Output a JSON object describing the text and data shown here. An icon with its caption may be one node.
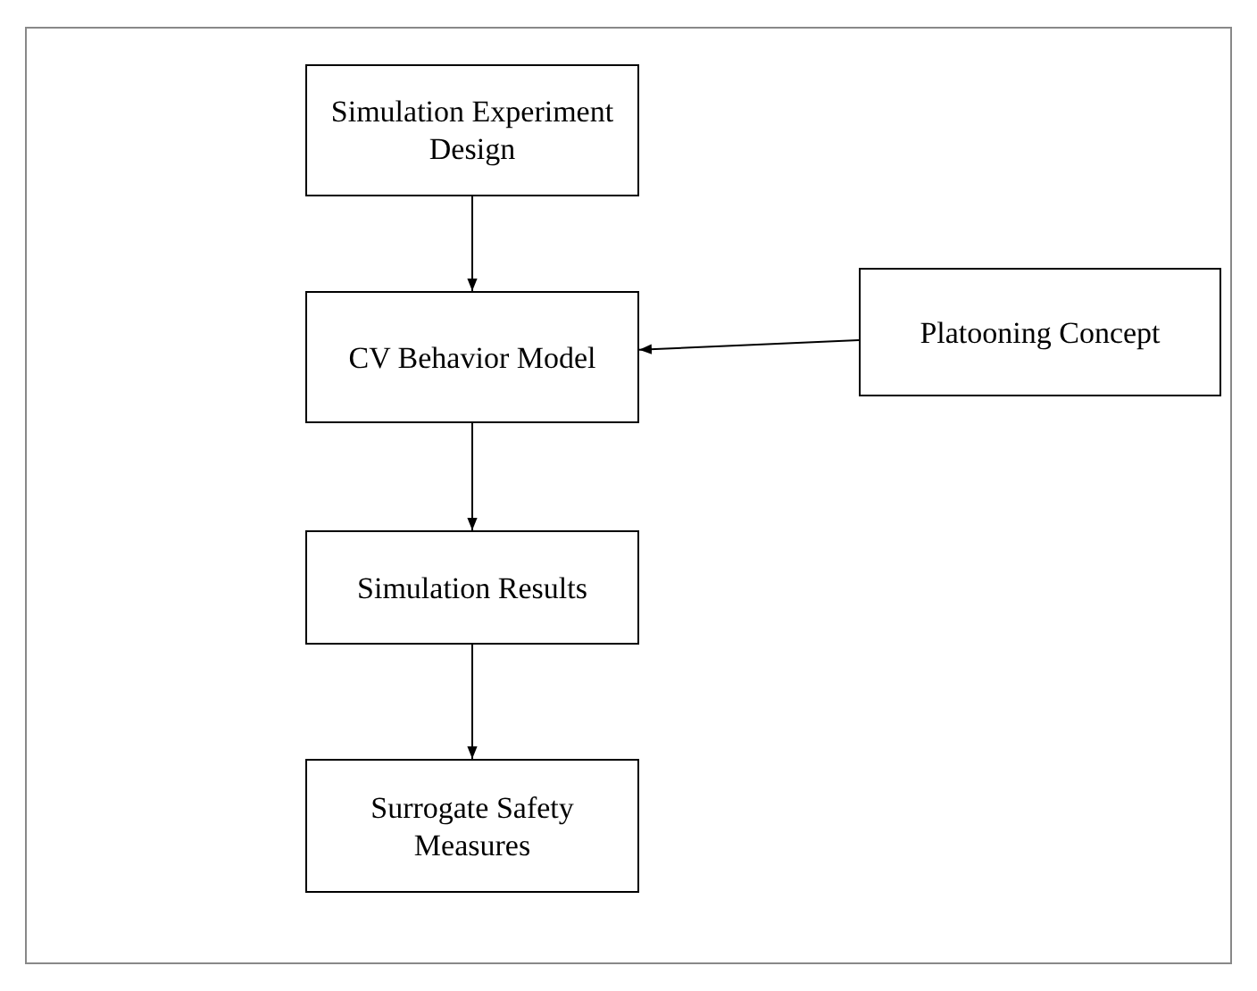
{
  "diagram": {
    "nodes": [
      {
        "text": [
          "Simulation Experiment Design"
        ]
      },
      {
        "text": [
          "CV Behavior Model"
        ]
      },
      {
        "text": [
          "Platooning Concept"
        ]
      },
      {
        "text": [
          "Simulation Results"
        ]
      },
      {
        "text": [
          "Surrogate Safety Measures"
        ]
      }
    ],
    "edges": [
      {
        "from": 0,
        "to": 1,
        "arrow": "to"
      },
      {
        "from": 2,
        "to": 1,
        "arrow": "to"
      },
      {
        "from": 1,
        "to": 3,
        "arrow": "to"
      },
      {
        "from": 3,
        "to": 4,
        "arrow": "to"
      }
    ]
  }
}
